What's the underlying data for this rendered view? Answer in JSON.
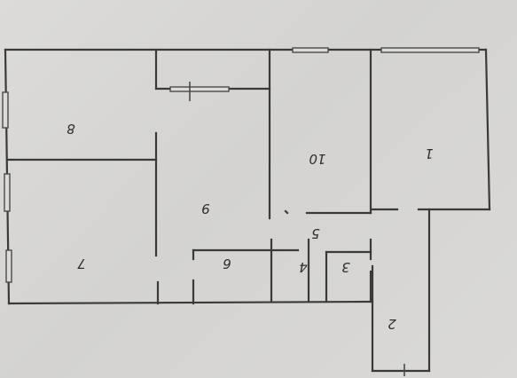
{
  "plan": {
    "rooms": [
      {
        "id": "r1",
        "label": "1"
      },
      {
        "id": "r2",
        "label": "2"
      },
      {
        "id": "r3",
        "label": "3"
      },
      {
        "id": "r4",
        "label": "4"
      },
      {
        "id": "r5",
        "label": "5"
      },
      {
        "id": "r6",
        "label": "6"
      },
      {
        "id": "r7",
        "label": "7"
      },
      {
        "id": "r8",
        "label": "8"
      },
      {
        "id": "r9",
        "label": "9"
      },
      {
        "id": "r10",
        "label": "10"
      }
    ]
  }
}
